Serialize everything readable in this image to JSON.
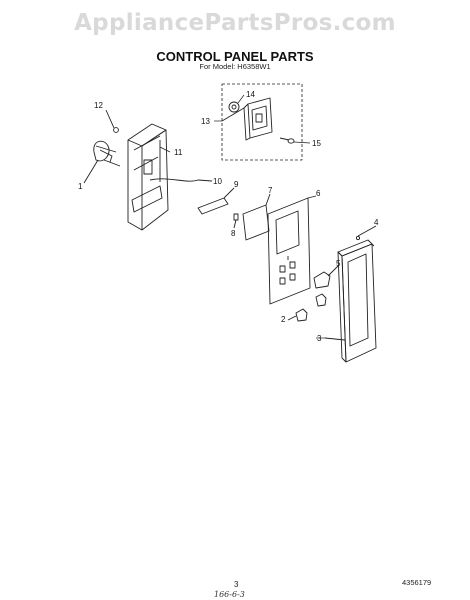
{
  "watermark": "AppliancePartsPros.com",
  "title": "CONTROL PANEL PARTS",
  "subtitle": "For Model: H6358W1",
  "callouts": [
    {
      "id": "1",
      "label": "1"
    },
    {
      "id": "2",
      "label": "2"
    },
    {
      "id": "3",
      "label": "3"
    },
    {
      "id": "4",
      "label": "4"
    },
    {
      "id": "5",
      "label": "5"
    },
    {
      "id": "6",
      "label": "6"
    },
    {
      "id": "7",
      "label": "7"
    },
    {
      "id": "8",
      "label": "8"
    },
    {
      "id": "9",
      "label": "9"
    },
    {
      "id": "10",
      "label": "10"
    },
    {
      "id": "11",
      "label": "11"
    },
    {
      "id": "12",
      "label": "12"
    },
    {
      "id": "13",
      "label": "13"
    },
    {
      "id": "14",
      "label": "14"
    },
    {
      "id": "15",
      "label": "15"
    }
  ],
  "footer": {
    "page_number": "3",
    "handwritten_note": "166-6-3",
    "document_number": "4356179"
  }
}
